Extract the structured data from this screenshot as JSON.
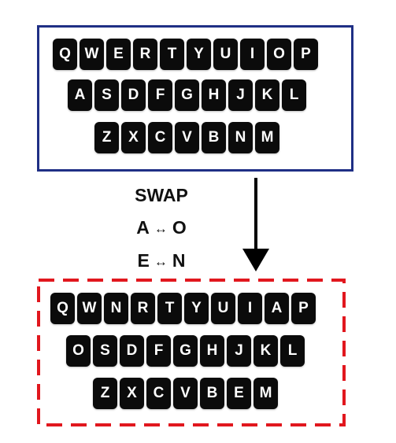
{
  "colors": {
    "key_bg": "#0b0b0b",
    "key_text": "#ffffff",
    "top_border": "#1f2f85",
    "bottom_border": "#e1171e",
    "arrow": "#000000"
  },
  "top_keyboard": {
    "row1": [
      "Q",
      "W",
      "E",
      "R",
      "T",
      "Y",
      "U",
      "I",
      "O",
      "P"
    ],
    "row2": [
      "A",
      "S",
      "D",
      "F",
      "G",
      "H",
      "J",
      "K",
      "L"
    ],
    "row3": [
      "Z",
      "X",
      "C",
      "V",
      "B",
      "N",
      "M"
    ]
  },
  "swap": {
    "title": "SWAP",
    "pair1": {
      "left": "A",
      "symbol": "↔",
      "right": "O"
    },
    "pair2": {
      "left": "E",
      "symbol": "↔",
      "right": "N"
    }
  },
  "arrow_icon": "down-arrow-icon",
  "bottom_keyboard": {
    "row1": [
      "Q",
      "W",
      "N",
      "R",
      "T",
      "Y",
      "U",
      "I",
      "A",
      "P"
    ],
    "row2": [
      "O",
      "S",
      "D",
      "F",
      "G",
      "H",
      "J",
      "K",
      "L"
    ],
    "row3": [
      "Z",
      "X",
      "C",
      "V",
      "B",
      "E",
      "M"
    ]
  }
}
